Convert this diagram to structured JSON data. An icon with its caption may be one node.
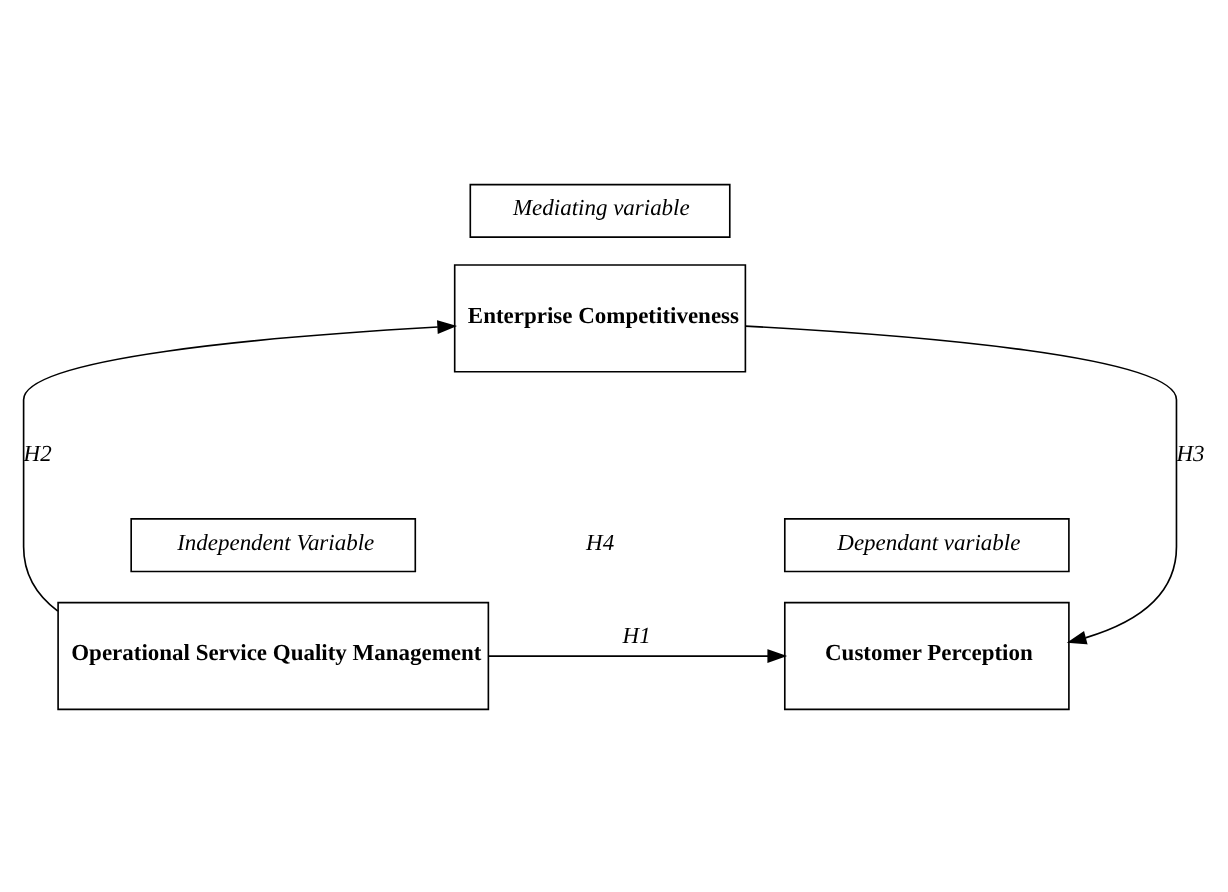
{
  "diagram": {
    "nodes": [
      {
        "text": [
          "Mediating variable"
        ]
      },
      {
        "text": [
          "Enterprise Competitiveness"
        ]
      },
      {
        "text": [
          "Independent Variable"
        ]
      },
      {
        "text": [
          "Operational Service Quality Management"
        ]
      },
      {
        "text": [
          "Dependant variable"
        ]
      },
      {
        "text": [
          "Customer Perception"
        ]
      }
    ],
    "edges": [
      {
        "from": 3,
        "to": 1,
        "arrow": "to",
        "label": "H2"
      },
      {
        "from": 1,
        "to": 5,
        "arrow": "to",
        "label": "H3"
      },
      {
        "from": 3,
        "to": 5,
        "arrow": "to",
        "label": "H1"
      }
    ],
    "labels": [
      "H4"
    ]
  }
}
